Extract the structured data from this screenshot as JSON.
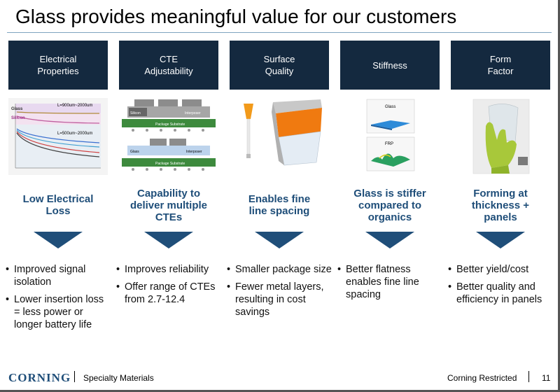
{
  "title": "Glass provides meaningful value for our customers",
  "columns": [
    {
      "header": "Electrical\nProperties",
      "headline": "Low Electrical\nLoss",
      "bullets": [
        "Improved signal isolation",
        "Lower insertion loss = less power or longer battery life"
      ],
      "figure": {
        "label_top": "L=900um~2000um",
        "label_mid": "L=500um~2000um",
        "label_glass": "Glass",
        "label_silicon": "Silicon"
      }
    },
    {
      "header": "CTE\nAdjustability",
      "headline": "Capability to\ndeliver multiple\nCTEs",
      "bullets": [
        "Improves reliability",
        "Offer range of CTEs from 2.7-12.4"
      ],
      "figure": {
        "label_top_left": "Silicon",
        "label_top_right": "Interposer",
        "label_substrate": "Package Substrate",
        "label_glass": "Glass",
        "label_interposer": "Interposer",
        "label_substrate2": "Package Substrate"
      }
    },
    {
      "header": "Surface\nQuality",
      "headline": "Enables fine\nline spacing",
      "bullets": [
        "Smaller package size",
        "Fewer metal layers, resulting in cost savings"
      ]
    },
    {
      "header": "Stiffness",
      "headline": "Glass is stiffer\ncompared to\norganics",
      "bullets": [
        "Better flatness enables fine line spacing"
      ],
      "figure": {
        "label_top": "Glass",
        "label_bottom": "FRP"
      }
    },
    {
      "header": "Form\nFactor",
      "headline": "Forming at\nthickness +\npanels",
      "bullets": [
        "Better yield/cost",
        "Better quality and efficiency in panels"
      ]
    }
  ],
  "footer": {
    "logo": "CORNING",
    "left": "Specialty Materials",
    "right": "Corning Restricted",
    "page": "11"
  },
  "colors": {
    "header_bg": "#14293f",
    "accent": "#1f4e79"
  }
}
